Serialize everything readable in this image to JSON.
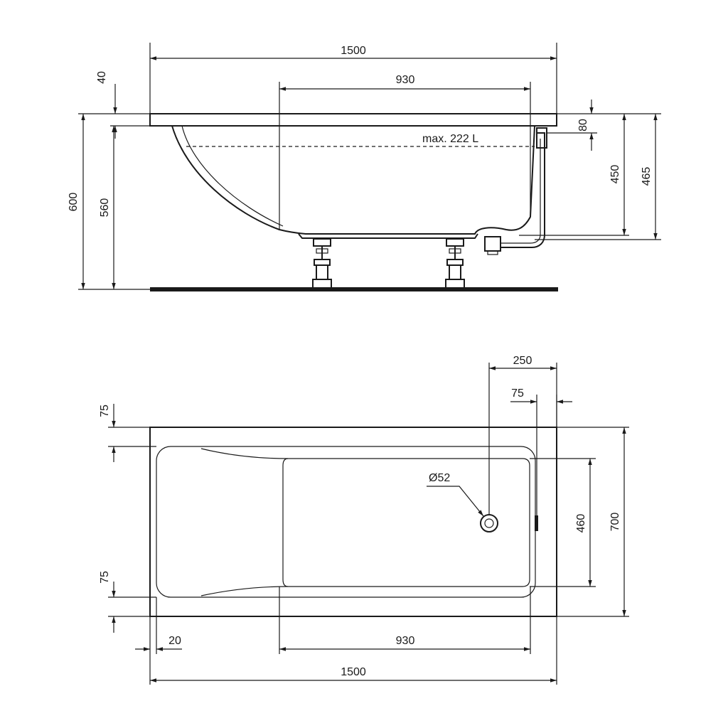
{
  "side_view": {
    "overall_length": "1500",
    "inner_length": "930",
    "rim_thickness": "40",
    "total_height": "600",
    "bath_height": "560",
    "rim_to_overflow": "80",
    "overflow_height": "450",
    "rim_height_to_waste": "465",
    "capacity": "max. 222 L"
  },
  "plan_view": {
    "waste_offset": "250",
    "overflow_offset": "75",
    "rim_top": "75",
    "rim_bottom": "75",
    "end_offset": "20",
    "inner_length": "930",
    "overall_length": "1500",
    "inner_width": "460",
    "overall_width": "700",
    "waste_diameter": "Ø52"
  },
  "colors": {
    "line": "#1a1a1a",
    "background": "#ffffff"
  }
}
